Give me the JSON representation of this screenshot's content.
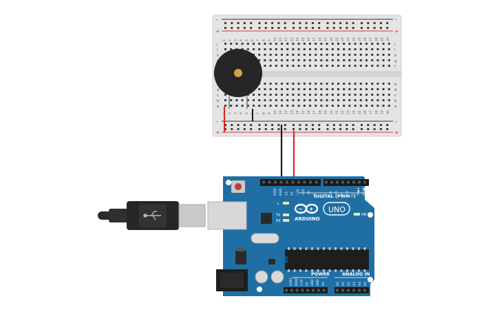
{
  "breadboard": {
    "row_letters_top": [
      "j",
      "i",
      "h",
      "g",
      "f"
    ],
    "row_letters_bottom": [
      "e",
      "d",
      "c",
      "b",
      "a"
    ],
    "column_numbers": [
      "1",
      "2",
      "3",
      "4",
      "5",
      "6",
      "7",
      "8",
      "9",
      "10",
      "11",
      "12",
      "13",
      "14",
      "15",
      "16",
      "17",
      "18",
      "19",
      "20",
      "21",
      "22",
      "23",
      "24",
      "25",
      "26",
      "27",
      "28",
      "29",
      "30"
    ],
    "rail_plus": "+",
    "rail_minus": "-"
  },
  "buzzer": {
    "name": "piezo-buzzer"
  },
  "wires": [
    {
      "name": "gnd-wire",
      "color": "#1a1a1a"
    },
    {
      "name": "signal-wire",
      "color": "#e02020"
    }
  ],
  "arduino": {
    "board_name": "ARDUINO",
    "model": "UNO",
    "digital_header_label": "DIGITAL (PWM~)",
    "power_label": "POWER",
    "analog_label": "ANALOG IN",
    "on_label": "ON",
    "l_label": "L",
    "tx_label": "TX",
    "rx_label": "RX",
    "digital_pins": [
      "AREF",
      "GND",
      "13",
      "12",
      "~11",
      "~10",
      "~9",
      "8",
      "7",
      "~6",
      "~5",
      "4",
      "~3",
      "2",
      "TX▶1",
      "RX◀0"
    ],
    "power_pins": [
      "IOREF",
      "RESET",
      "3.3V",
      "5V",
      "GND",
      "GND",
      "Vin"
    ],
    "analog_pins": [
      "A0",
      "A1",
      "A2",
      "A3",
      "A4",
      "A5"
    ],
    "board_color": "#1f6fa5",
    "accent_color": "#0b4f7c"
  },
  "usb_cable": {
    "name": "usb-b-cable"
  }
}
